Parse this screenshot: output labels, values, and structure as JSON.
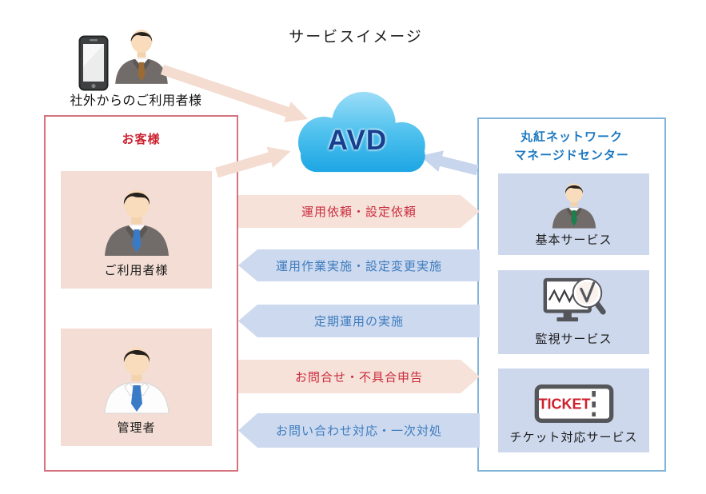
{
  "title": "サービスイメージ",
  "external_user": {
    "label": "社外からのご利用者様"
  },
  "cloud": {
    "label": "AVD"
  },
  "customer_box": {
    "title": "お客様",
    "items": [
      {
        "label": "ご利用者様"
      },
      {
        "label": "管理者"
      }
    ]
  },
  "provider_box": {
    "title_line1": "丸紅ネットワーク",
    "title_line2": "マネージドセンター",
    "items": [
      {
        "label": "基本サービス"
      },
      {
        "label": "監視サービス"
      },
      {
        "label": "チケット対応サービス"
      }
    ]
  },
  "flows": [
    {
      "label": "運用依頼・設定依頼",
      "direction": "right"
    },
    {
      "label": "運用作業実施・設定変更実施",
      "direction": "left"
    },
    {
      "label": "定期運用の実施",
      "direction": "left"
    },
    {
      "label": "お問合せ・不具合申告",
      "direction": "right"
    },
    {
      "label": "お問い合わせ対応・一次対処",
      "direction": "left"
    }
  ],
  "ticket": {
    "label": "TICKET"
  },
  "colors": {
    "customer_accent": "#cb2431",
    "customer_border": "#d6737e",
    "customer_card_bg": "#f3ddd5",
    "provider_accent": "#1c78c1",
    "provider_border": "#82b3d9",
    "provider_card_bg": "#cdd8ec",
    "request_band": "#f6e2d9",
    "request_text": "#cb2b3d",
    "response_band": "#cdd9ee",
    "response_text": "#3d7cbf",
    "cloud_text": "#173f90",
    "ticket_red": "#cf1f2e",
    "tie_blue": "#3a7bc8",
    "tie_green": "#1e7e4c",
    "tie_brown": "#9c6a33"
  }
}
